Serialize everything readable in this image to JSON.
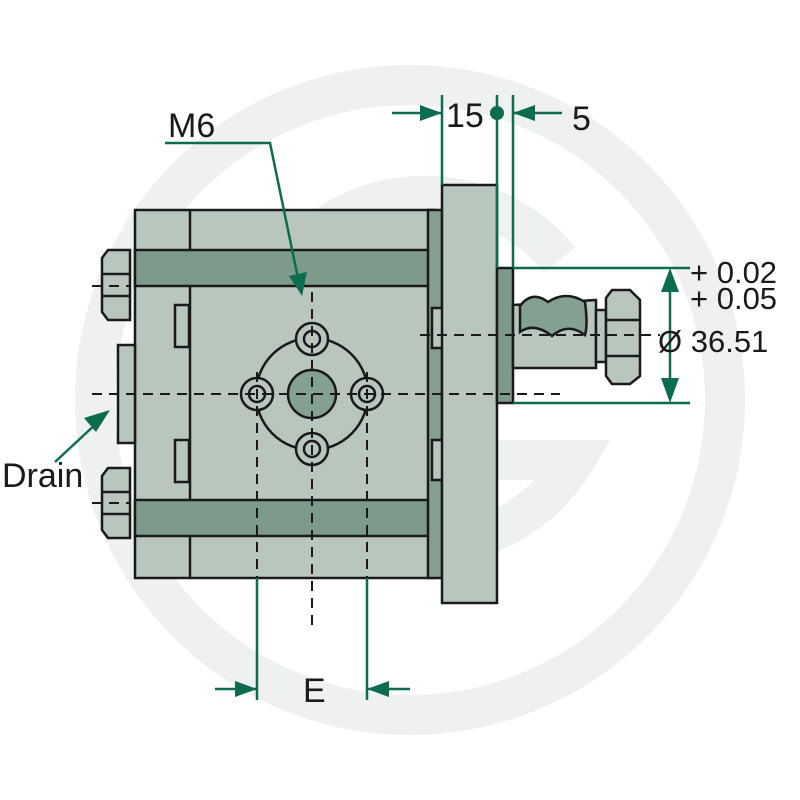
{
  "labels": {
    "thread": "M6",
    "drain": "Drain",
    "dim_15": "15",
    "dim_5": "5",
    "tol_upper": "+ 0.02",
    "tol_lower": "+ 0.05",
    "diameter": "Ø 36.51",
    "dim_e": "E"
  },
  "colors": {
    "body": "#b8c6be",
    "body_dark": "#84a091",
    "band": "#7e9a8a",
    "outline": "#1a1a1a",
    "dimension": "#0d6b4f",
    "watermark": "#f0f2f0"
  },
  "icons": {
    "watermark": "circle-g-logo"
  }
}
